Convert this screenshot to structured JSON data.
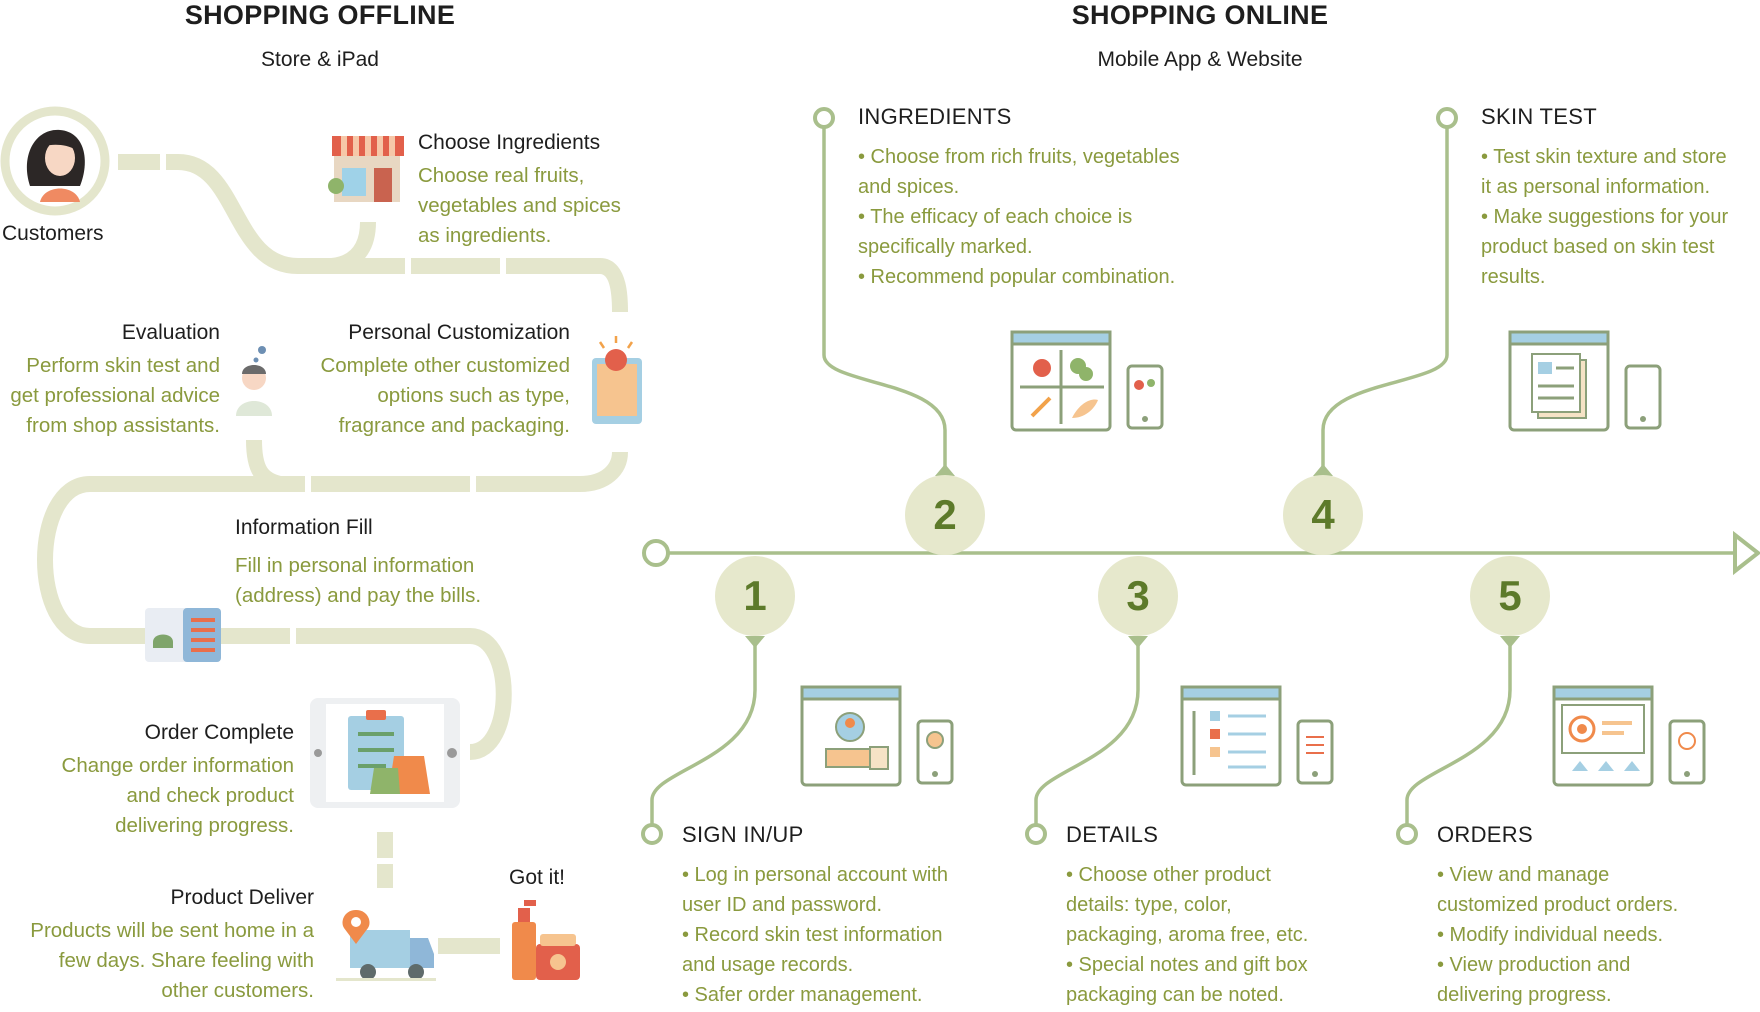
{
  "offline": {
    "title": "SHOPPING OFFLINE",
    "subtitle": "Store & iPad",
    "customers_label": "Customers",
    "steps": [
      {
        "title": "Choose Ingredients",
        "desc": [
          "Choose real fruits,",
          "vegetables and spices",
          "as ingredients."
        ]
      },
      {
        "title": "Evaluation",
        "desc": [
          "Perform skin test and",
          "get professional advice",
          "from shop assistants."
        ]
      },
      {
        "title": "Personal Customization",
        "desc": [
          "Complete other customized",
          "options such as type,",
          "fragrance and packaging."
        ]
      },
      {
        "title": "Information Fill",
        "desc": [
          "Fill in personal information",
          "(address) and pay the bills."
        ]
      },
      {
        "title": "Order Complete",
        "desc": [
          "Change order information",
          "and check product",
          "delivering progress."
        ]
      },
      {
        "title": "Product Deliver",
        "desc": [
          "Products will be sent home in a",
          "few days. Share feeling with",
          "other customers."
        ]
      }
    ],
    "got_it": "Got it!"
  },
  "online": {
    "title": "SHOPPING ONLINE",
    "subtitle": "Mobile App & Website",
    "steps": [
      {
        "number": "1",
        "heading": "SIGN IN/UP",
        "bullets": [
          "• Log in personal account with",
          "user ID and password.",
          "• Record skin test information",
          "and usage records.",
          "• Safer order management."
        ]
      },
      {
        "number": "2",
        "heading": "INGREDIENTS",
        "bullets": [
          "• Choose from rich fruits, vegetables",
          "and spices.",
          "• The efficacy of each choice is",
          "specifically marked.",
          "• Recommend popular combination."
        ]
      },
      {
        "number": "3",
        "heading": "DETAILS",
        "bullets": [
          "• Choose other product",
          "details: type, color,",
          "packaging, aroma free, etc.",
          "• Special notes and gift box",
          "packaging can be noted."
        ]
      },
      {
        "number": "4",
        "heading": "SKIN TEST",
        "bullets": [
          "• Test skin texture and store",
          "it as personal information.",
          "• Make suggestions for your",
          "product based on skin test",
          "results."
        ]
      },
      {
        "number": "5",
        "heading": "ORDERS",
        "bullets": [
          "• View and manage",
          "customized product orders.",
          "• Modify individual needs.",
          "• View production and",
          "delivering progress."
        ]
      }
    ]
  },
  "colors": {
    "accent_green": "#8a9a3e",
    "path_beige": "#e4e6cc",
    "timeline_green": "#a9bf8c",
    "badge_text": "#5d7a2a"
  }
}
